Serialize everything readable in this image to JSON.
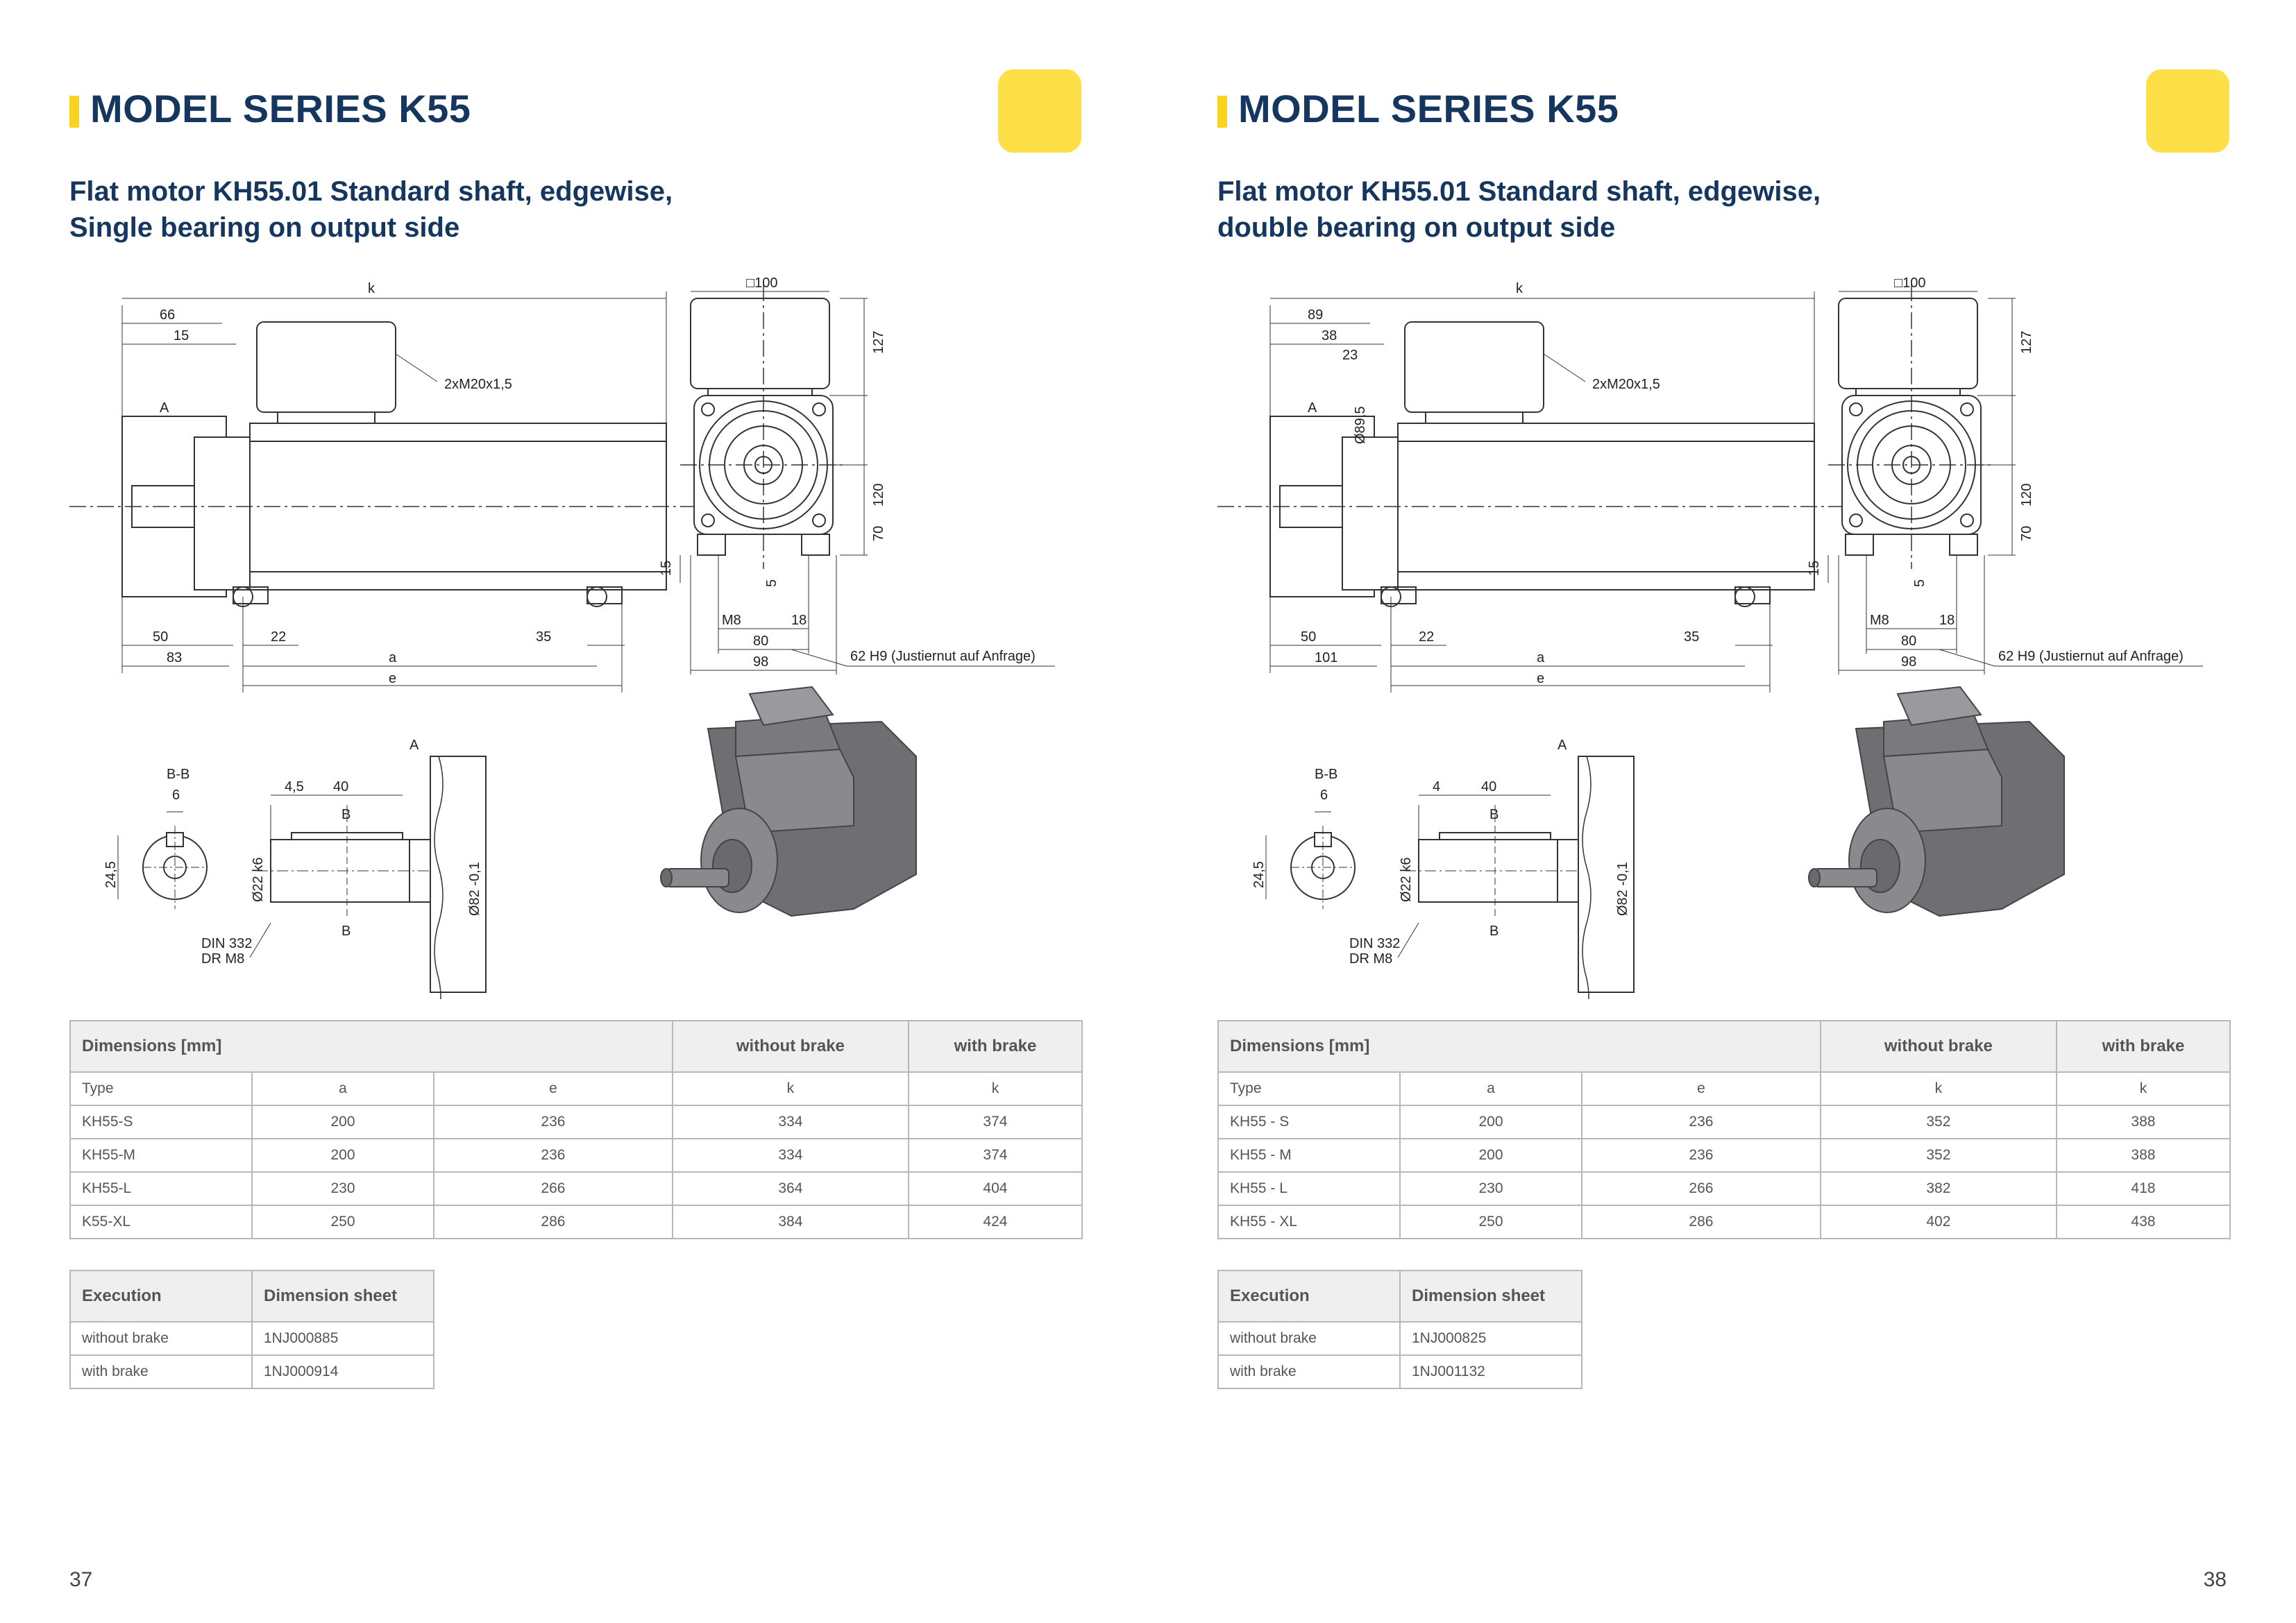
{
  "pages": [
    {
      "series_title": "MODEL SERIES K55",
      "subtitle_line1": "Flat motor KH55.01 Standard shaft, edgewise,",
      "subtitle_line2": "Single bearing on output side",
      "page_number": "37",
      "drawing": {
        "k": "k",
        "d66": "66",
        "d15": "15",
        "thread": "2xM20x1,5",
        "A": "A",
        "d50": "50",
        "d22": "22",
        "a": "a",
        "d35": "35",
        "d83": "83",
        "e": "e",
        "sq100": "□100",
        "d127": "127",
        "d120": "120",
        "d70": "70",
        "d15b": "15",
        "M8": "M8",
        "d5": "5",
        "d18": "18",
        "d80": "80",
        "d98": "98",
        "fit": "62 H9 (Justiernut auf Anfrage)",
        "BB": "B-B",
        "key": "6",
        "d245": "24,5",
        "d45": "4,5",
        "d40": "40",
        "B": "B",
        "shaft": "Ø22 k6",
        "flange": "Ø82 -0,1",
        "din1": "DIN 332",
        "din2": "DR M8",
        "A2": "A"
      },
      "dims_table": {
        "header": [
          "Dimensions [mm]",
          "without brake",
          "with brake"
        ],
        "columns": [
          "Type",
          "a",
          "e",
          "k",
          "k"
        ],
        "rows": [
          [
            "KH55-S",
            "200",
            "236",
            "334",
            "374"
          ],
          [
            "KH55-M",
            "200",
            "236",
            "334",
            "374"
          ],
          [
            "KH55-L",
            "230",
            "266",
            "364",
            "404"
          ],
          [
            "K55-XL",
            "250",
            "286",
            "384",
            "424"
          ]
        ]
      },
      "exec_table": {
        "header": [
          "Execution",
          "Dimension sheet"
        ],
        "rows": [
          [
            "without brake",
            "1NJ000885"
          ],
          [
            "with brake",
            "1NJ000914"
          ]
        ]
      }
    },
    {
      "series_title": "MODEL SERIES K55",
      "subtitle_line1": "Flat motor KH55.01 Standard shaft, edgewise,",
      "subtitle_line2": "double bearing on output side",
      "page_number": "38",
      "drawing": {
        "k": "k",
        "d66": "89",
        "d15": "38",
        "d23": "23",
        "d895": "Ø89,5",
        "thread": "2xM20x1,5",
        "A": "A",
        "d50": "50",
        "d22": "22",
        "a": "a",
        "d35": "35",
        "d83": "101",
        "e": "e",
        "sq100": "□100",
        "d127": "127",
        "d120": "120",
        "d70": "70",
        "d15b": "15",
        "M8": "M8",
        "d5": "5",
        "d18": "18",
        "d80": "80",
        "d98": "98",
        "fit": "62 H9 (Justiernut auf Anfrage)",
        "BB": "B-B",
        "key": "6",
        "d245": "24,5",
        "d45": "4",
        "d40": "40",
        "B": "B",
        "shaft": "Ø22 k6",
        "flange": "Ø82 -0,1",
        "din1": "DIN 332",
        "din2": "DR M8",
        "A2": "A"
      },
      "dims_table": {
        "header": [
          "Dimensions [mm]",
          "without brake",
          "with brake"
        ],
        "columns": [
          "Type",
          "a",
          "e",
          "k",
          "k"
        ],
        "rows": [
          [
            "KH55 - S",
            "200",
            "236",
            "352",
            "388"
          ],
          [
            "KH55 - M",
            "200",
            "236",
            "352",
            "388"
          ],
          [
            "KH55 - L",
            "230",
            "266",
            "382",
            "418"
          ],
          [
            "KH55 - XL",
            "250",
            "286",
            "402",
            "438"
          ]
        ]
      },
      "exec_table": {
        "header": [
          "Execution",
          "Dimension sheet"
        ],
        "rows": [
          [
            "without brake",
            "1NJ000825"
          ],
          [
            "with brake",
            "1NJ001132"
          ]
        ]
      }
    }
  ]
}
